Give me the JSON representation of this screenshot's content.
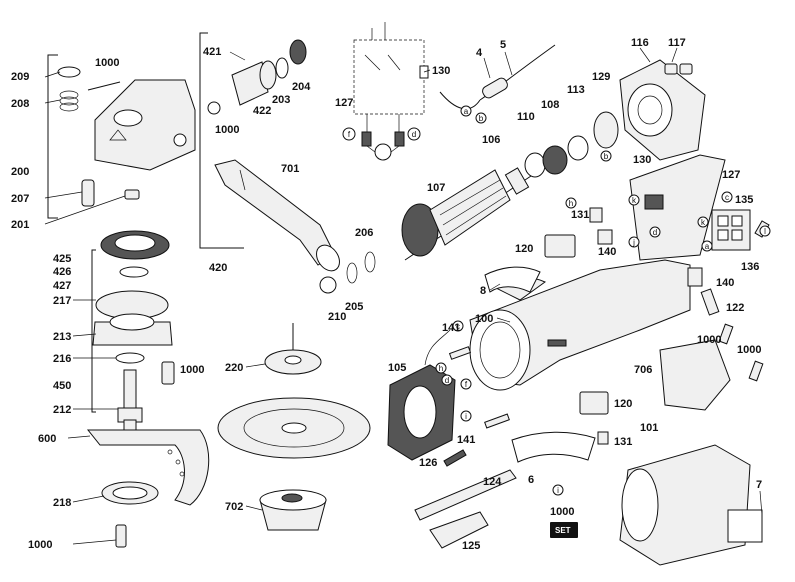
{
  "part_labels": {
    "p1000_a": "1000",
    "p1000_b": "1000",
    "p1000_c": "1000",
    "p1000_d": "1000",
    "p1000_e": "1000",
    "p1000_f": "1000",
    "p1000_g": "1000",
    "p209": "209",
    "p208": "208",
    "p200": "200",
    "p207": "207",
    "p201": "201",
    "p421": "421",
    "p422": "422",
    "p203": "203",
    "p204": "204",
    "p701": "701",
    "p130_a": "130",
    "p130_b": "130",
    "p127_a": "127",
    "p127_b": "127",
    "p4": "4",
    "p5": "5",
    "p116": "116",
    "p117": "117",
    "p129": "129",
    "p113": "113",
    "p108": "108",
    "p110": "110",
    "p106": "106",
    "p107": "107",
    "p135": "135",
    "p131_a": "131",
    "p131_b": "131",
    "p140_a": "140",
    "p140_b": "140",
    "p120_a": "120",
    "p120_b": "120",
    "p136": "136",
    "p122": "122",
    "p706": "706",
    "p206": "206",
    "p205": "205",
    "p210": "210",
    "p425": "425",
    "p426": "426",
    "p427": "427",
    "p420": "420",
    "p217": "217",
    "p213": "213",
    "p216": "216",
    "p450": "450",
    "p212": "212",
    "p600": "600",
    "p218": "218",
    "p220": "220",
    "p702": "702",
    "p8": "8",
    "p100": "100",
    "p141_a": "141",
    "p141_b": "141",
    "p105": "105",
    "p126": "126",
    "p124": "124",
    "p125": "125",
    "p6": "6",
    "p101": "101",
    "p7": "7"
  },
  "connection_letters": {
    "a1": "a",
    "b1": "b",
    "f1": "f",
    "d1": "d",
    "b2": "b",
    "c1": "c",
    "k1": "k",
    "a2": "a",
    "d2": "d",
    "j1": "j",
    "h1": "h",
    "k2": "k",
    "l1": "l",
    "c2": "c",
    "h2": "h",
    "d3": "d",
    "f2": "f",
    "i1": "i",
    "i2": "i"
  },
  "set_badge": {
    "number": "1000",
    "text": "SET"
  }
}
